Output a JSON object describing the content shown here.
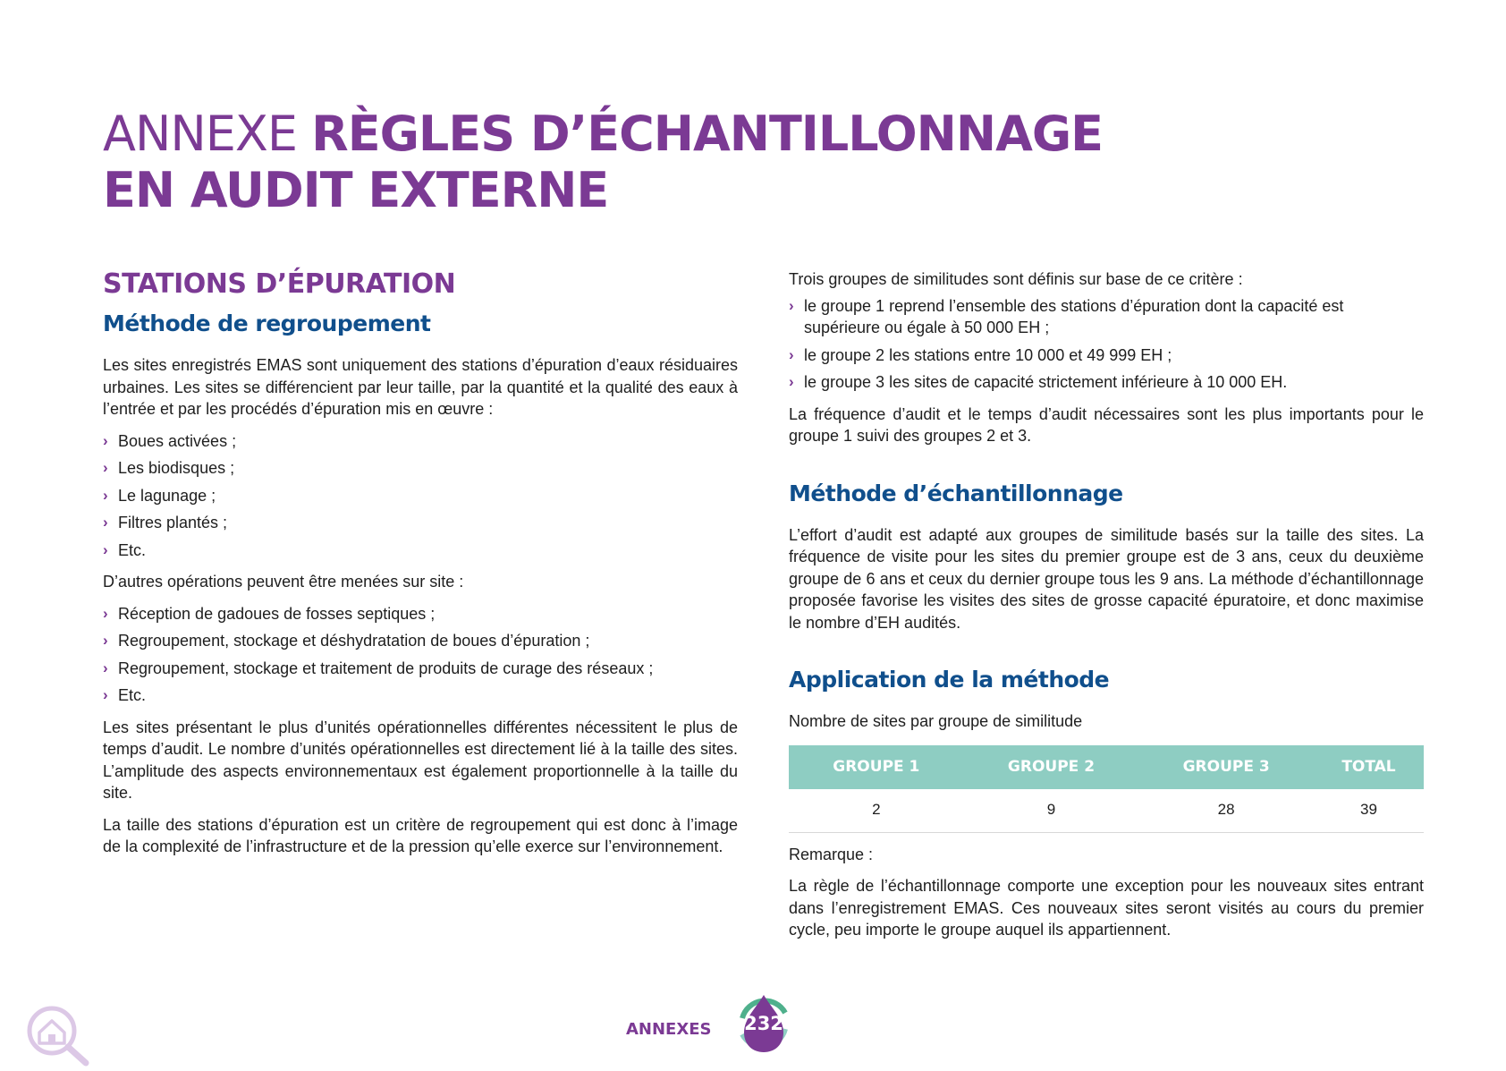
{
  "header": {
    "title_light": "ANNEXE ",
    "title_bold_line1": "RÈGLES D’ÉCHANTILLONNAGE",
    "title_bold_line2": "EN AUDIT EXTERNE"
  },
  "left": {
    "section_title": "STATIONS D’ÉPURATION",
    "subtitle": "Méthode de regroupement",
    "intro": "Les sites enregistrés EMAS sont uniquement des stations d’épuration d’eaux résiduaires urbaines. Les sites se différencient par leur taille, par la quantité et la qualité des eaux à l’entrée et par les procédés d’épuration mis en œuvre :",
    "procedes": [
      "Boues activées ;",
      "Les biodisques ;",
      "Le lagunage ;",
      "Filtres plantés ;",
      "Etc."
    ],
    "operations_intro": "D’autres opérations peuvent être menées sur site :",
    "operations": [
      "Réception de gadoues de fosses septiques ;",
      "Regroupement, stockage et déshydratation de boues d’épuration ;",
      "Regroupement, stockage et traitement de produits de curage des réseaux ;",
      "Etc."
    ],
    "para_units": "Les sites présentant le plus d’unités opérationnelles différentes nécessitent le plus de temps d’audit. Le nombre d’unités opérationnelles est directement lié à la taille des sites. L’amplitude des aspects environnementaux est également proportionnelle à la taille du site.",
    "para_taille": "La taille des stations d’épuration est un critère de regroupement qui est donc à l’image de la complexité de l’infrastructure et de la pression qu’elle exerce sur l’environnement."
  },
  "right": {
    "groups_intro": "Trois groupes de similitudes sont définis sur base de ce critère :",
    "groups": [
      "le groupe 1 reprend l’ensemble des stations d’épuration dont la capacité est supérieure ou égale à 50 000 EH ;",
      "le groupe 2 les stations entre 10 000 et 49 999 EH ;",
      "le groupe 3 les sites de capacité strictement inférieure à 10 000 EH."
    ],
    "frequency": "La fréquence d’audit et le temps d’audit nécessaires sont les plus importants pour le groupe 1 suivi des groupes 2 et 3.",
    "subtitle_sampling": "Méthode d’échantillonnage",
    "sampling_text": "L’effort d’audit est adapté aux groupes de similitude basés sur la taille des sites. La fréquence de visite pour les sites du premier groupe est de 3 ans, ceux du deuxième groupe de 6 ans et ceux du dernier groupe tous les 9 ans. La méthode d’échantillonnage proposée favorise les visites des sites de grosse capacité épuratoire, et donc maximise le nombre d’EH audités.",
    "subtitle_application": "Application de la méthode",
    "table_caption": "Nombre de sites par groupe de similitude",
    "table": {
      "headers": [
        "GROUPE 1",
        "GROUPE 2",
        "GROUPE 3",
        "TOTAL"
      ],
      "values": [
        "2",
        "9",
        "28",
        "39"
      ]
    },
    "remark_label": "Remarque :",
    "remark_text": "La règle de l’échantillonnage comporte une exception pour les nouveaux sites entrant dans l’enregistrement EMAS. Ces nouveaux sites seront visités au cours du premier cycle, peu importe le groupe auquel ils appartiennent."
  },
  "footer": {
    "section_label": "ANNEXES",
    "page_number": "232"
  },
  "icons": {
    "bullet": "chevron-right-icon",
    "logo": "house-magnifier-icon",
    "page_badge": "water-drop-cycle-icon"
  },
  "colors": {
    "purple": "#7b3a94",
    "blue": "#104f8c",
    "teal": "#8ecdc2",
    "green": "#4fb08c"
  }
}
